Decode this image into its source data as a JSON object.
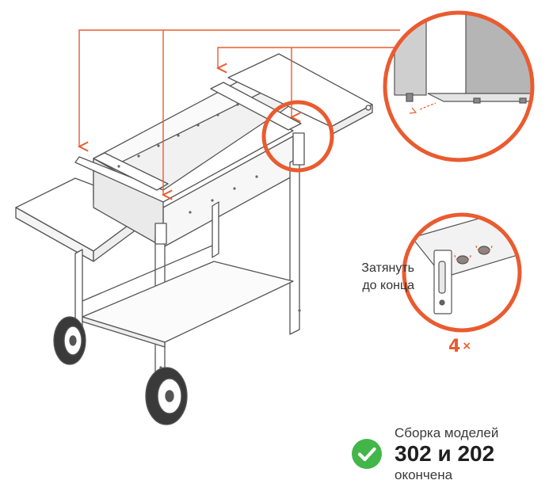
{
  "instruction": {
    "line1": "Затянуть",
    "line2": "до конца"
  },
  "repeat": {
    "count": "4",
    "sign": "×"
  },
  "completion": {
    "line1": "Сборка моделей",
    "models": "302 и 202",
    "line3": "окончена"
  },
  "colors": {
    "accent": "#ea5b2f",
    "success": "#43b649",
    "line": "#555555"
  },
  "icons": {
    "completion": "check-circle-icon"
  }
}
